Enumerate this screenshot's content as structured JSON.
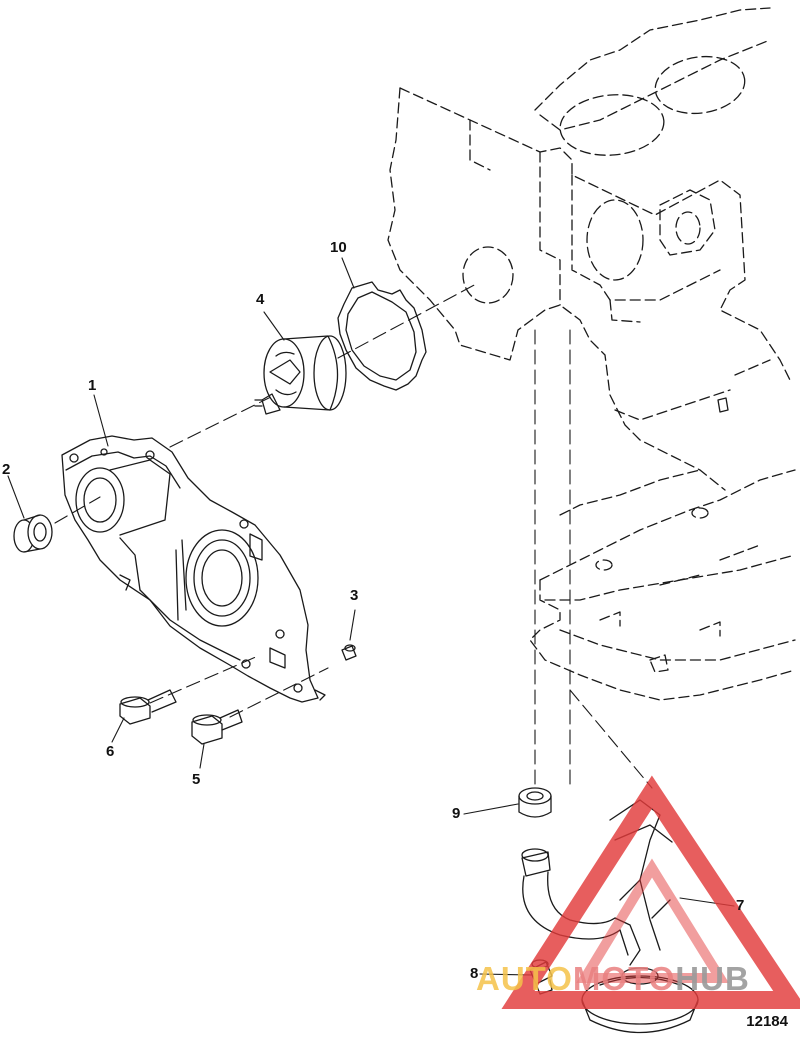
{
  "callouts": [
    "1",
    "2",
    "3",
    "4",
    "5",
    "6",
    "7",
    "8",
    "9",
    "10"
  ],
  "figure_number": "12184",
  "watermark": {
    "part1": "AUTO",
    "part2": "MOTO",
    "part3": "HUB",
    "colors": {
      "triangle": "#e23b3b",
      "auto": "#f5c24a",
      "moto": "#e98080",
      "hub": "#9a9a9a"
    }
  },
  "icons": [
    "warning-triangle-logo"
  ]
}
